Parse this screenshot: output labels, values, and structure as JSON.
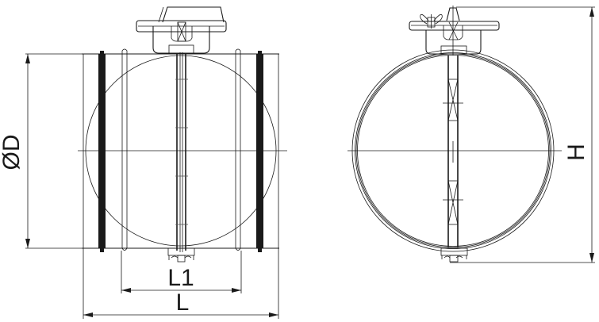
{
  "drawing": {
    "type": "technical-drawing",
    "subject": "circular duct damper with manual actuator",
    "views": [
      {
        "name": "side-view",
        "dimensions": {
          "diameter_label": "ØD",
          "inner_length_label": "L1",
          "overall_length_label": "L"
        }
      },
      {
        "name": "front-view",
        "dimensions": {
          "height_label": "H"
        }
      }
    ],
    "colors": {
      "line": "#1a1a1a",
      "gasket": "#1a1a1a",
      "background": "#ffffff"
    }
  }
}
